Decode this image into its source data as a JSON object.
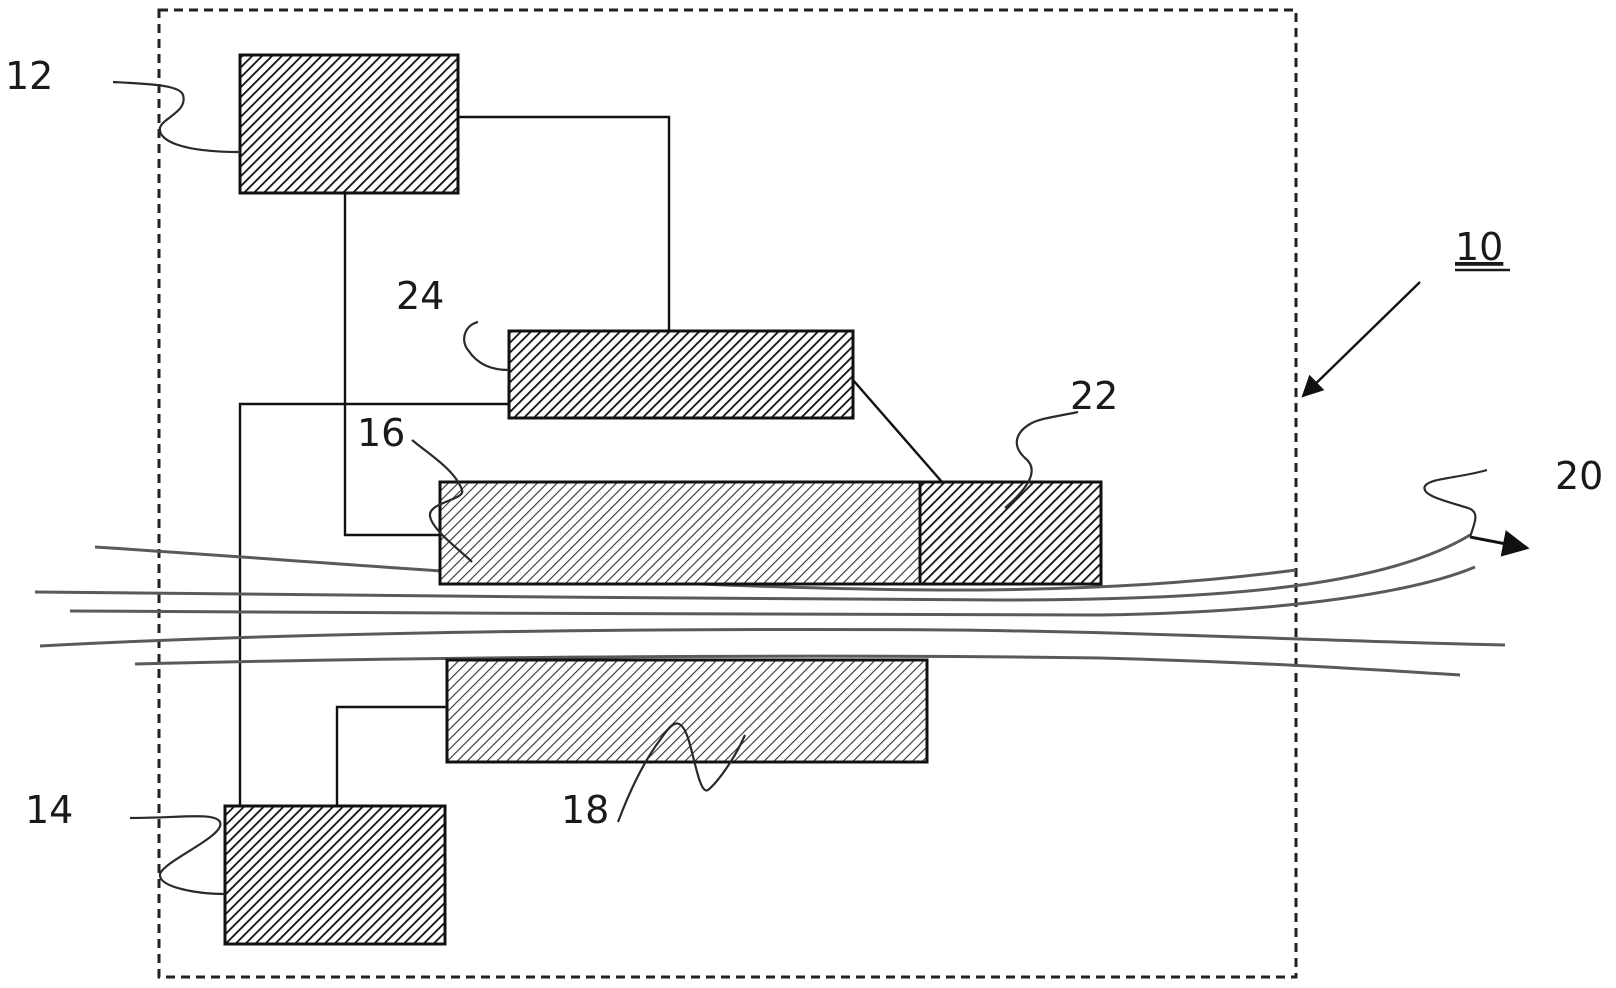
{
  "figure": {
    "labels": {
      "system": "10",
      "block_top_left": "12",
      "block_bottom_left": "14",
      "upper_plate": "16",
      "lower_plate": "18",
      "flow": "20",
      "upper_plate_end_segment": "22",
      "middle_block": "24"
    }
  }
}
